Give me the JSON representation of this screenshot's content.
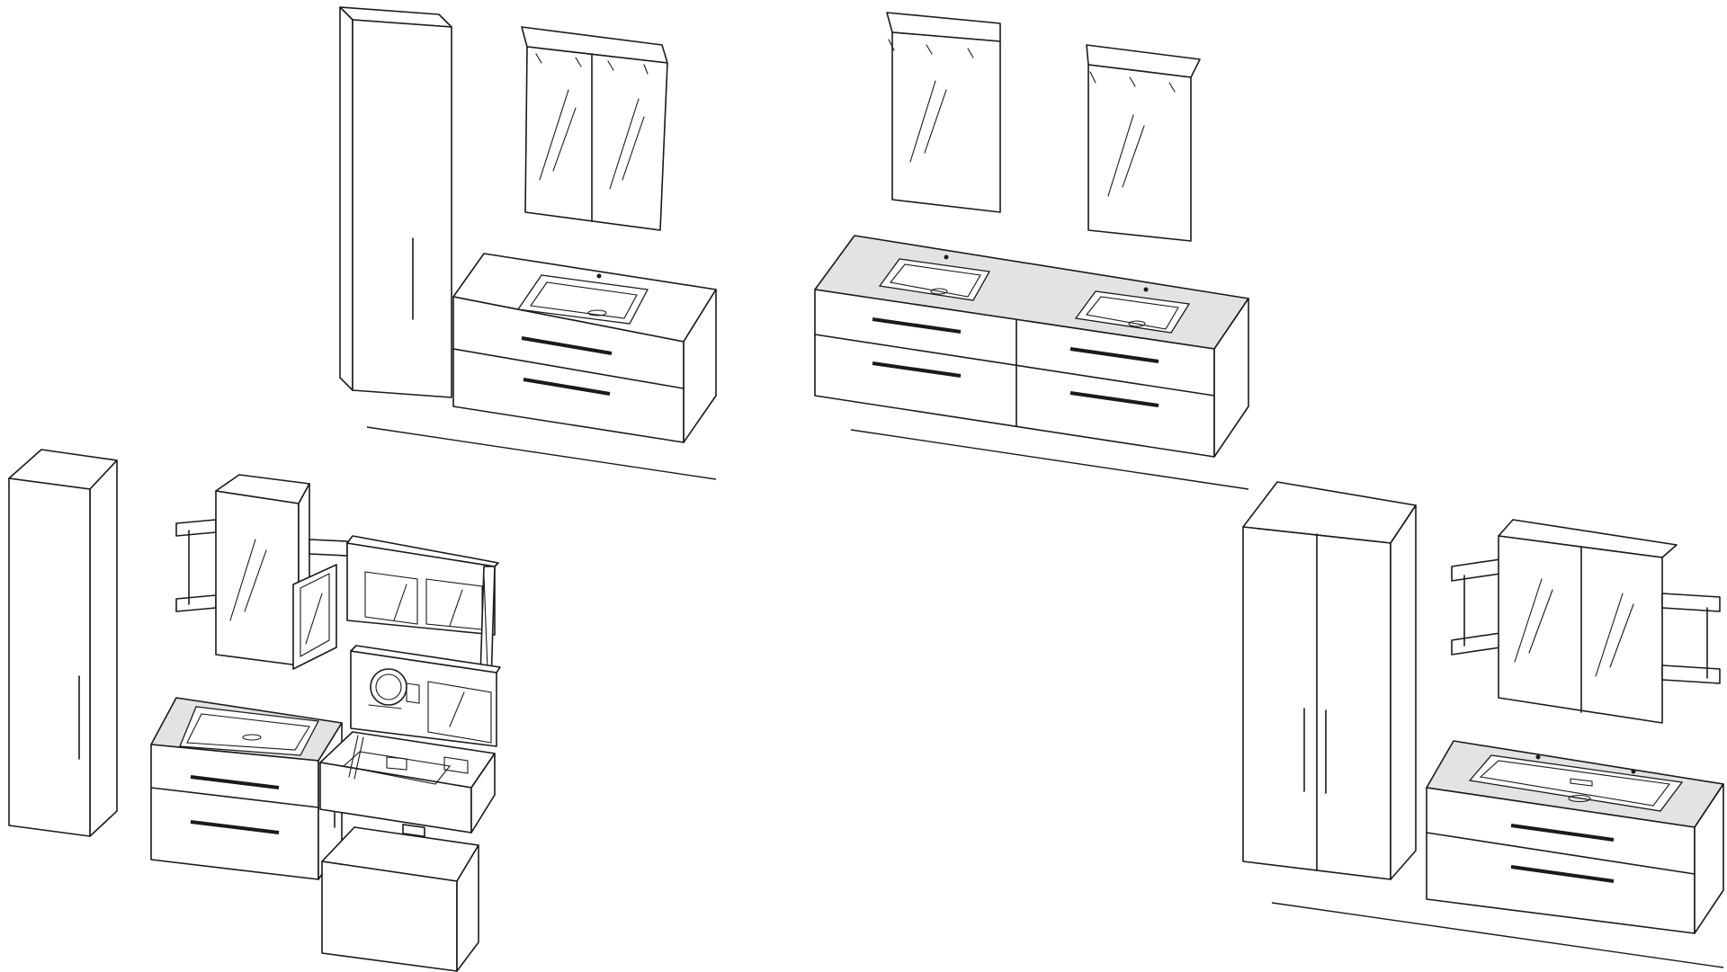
{
  "figure": {
    "description_text": "",
    "sets": [
      {
        "id": "set-top-left",
        "items": [
          "tall-cabinet",
          "mirror-cabinet-double",
          "vanity-two-drawers"
        ]
      },
      {
        "id": "set-top-center",
        "items": [
          "mirror-cabinet-single",
          "mirror-cabinet-single",
          "double-vanity-four-drawers"
        ]
      },
      {
        "id": "set-bottom-left",
        "items": [
          "tall-cabinet",
          "mirror-cabinet-open",
          "vanity-two-drawers",
          "drawer-open-accessories",
          "stool-cube"
        ]
      },
      {
        "id": "set-bottom-right",
        "items": [
          "tall-double-cabinet",
          "mirror-cabinet-double-with-shelves",
          "vanity-two-drawers"
        ]
      }
    ]
  }
}
